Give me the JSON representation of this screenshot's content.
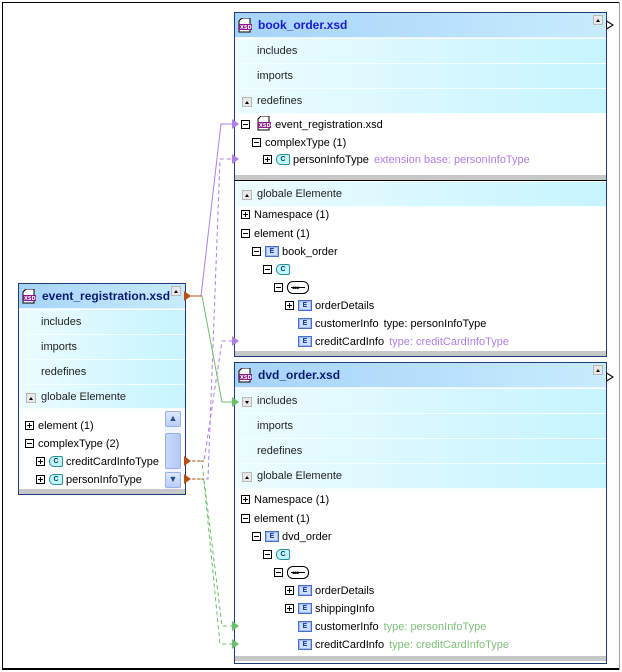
{
  "left_box": {
    "title": "event_registration.xsd",
    "sections": [
      "includes",
      "imports",
      "redefines",
      "globale Elemente"
    ],
    "rows": [
      {
        "label": "element (1)",
        "expander": "plus"
      },
      {
        "label": "complexType (2)",
        "expander": "minus"
      },
      {
        "label": "creditCardInfoType",
        "expander": "plus",
        "icon": "C"
      },
      {
        "label": "personInfoType",
        "expander": "plus",
        "icon": "C"
      }
    ]
  },
  "book_box": {
    "title": "book_order.xsd",
    "sections": [
      "includes",
      "imports",
      "redefines"
    ],
    "redefines_rows": [
      {
        "label": "event_registration.xsd"
      },
      {
        "label": "complexType (1)"
      },
      {
        "label": "personInfoType",
        "icon": "C",
        "hint": "extension base: personInfoType"
      }
    ],
    "globals_label": "globale Elemente",
    "rows": [
      {
        "label": "Namespace (1)"
      },
      {
        "label": "element (1)"
      },
      {
        "label": "book_order",
        "icon": "E"
      },
      {
        "label": "",
        "icon": "C"
      },
      {
        "label": "",
        "icon": "sequence"
      },
      {
        "label": "orderDetails",
        "icon": "E"
      },
      {
        "label": "customerInfo",
        "icon": "E",
        "hint": "type: personInfoType"
      },
      {
        "label": "creditCardInfo",
        "icon": "E",
        "hint": "type: creditCardInfoType"
      }
    ]
  },
  "dvd_box": {
    "title": "dvd_order.xsd",
    "sections": [
      "includes",
      "imports",
      "redefines",
      "globale Elemente"
    ],
    "rows": [
      {
        "label": "Namespace (1)"
      },
      {
        "label": "element (1)"
      },
      {
        "label": "dvd_order",
        "icon": "E"
      },
      {
        "label": "",
        "icon": "C"
      },
      {
        "label": "",
        "icon": "sequence"
      },
      {
        "label": "orderDetails",
        "icon": "E"
      },
      {
        "label": "shippingInfo",
        "icon": "E"
      },
      {
        "label": "customerInfo",
        "icon": "E",
        "hint": "type: personInfoType"
      },
      {
        "label": "creditCardInfo",
        "icon": "E",
        "hint": "type: creditCardInfoType"
      }
    ]
  },
  "icons": {
    "element": "E",
    "complex": "C"
  },
  "colors": {
    "redefine_link": "#b07fe8",
    "include_link": "#6cbf6a",
    "source_connector": "#b84e10",
    "header": "#a6d3f8",
    "section": "#c6f4ff"
  }
}
